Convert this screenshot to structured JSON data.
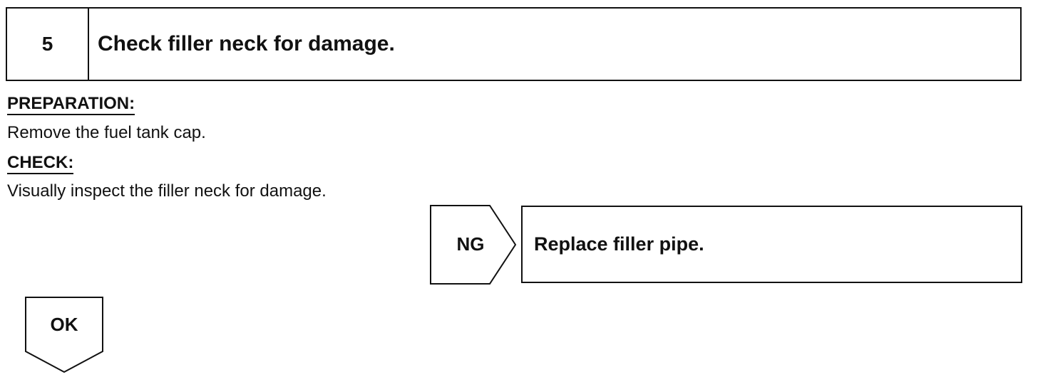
{
  "step": {
    "number": "5",
    "title": "Check filler neck for damage."
  },
  "preparation": {
    "heading": "PREPARATION:",
    "text": "Remove the fuel tank cap."
  },
  "check": {
    "heading": "CHECK:",
    "text": "Visually inspect the filler neck for damage."
  },
  "result_ng": {
    "label": "NG",
    "action": "Replace filler pipe."
  },
  "result_ok": {
    "label": "OK"
  }
}
